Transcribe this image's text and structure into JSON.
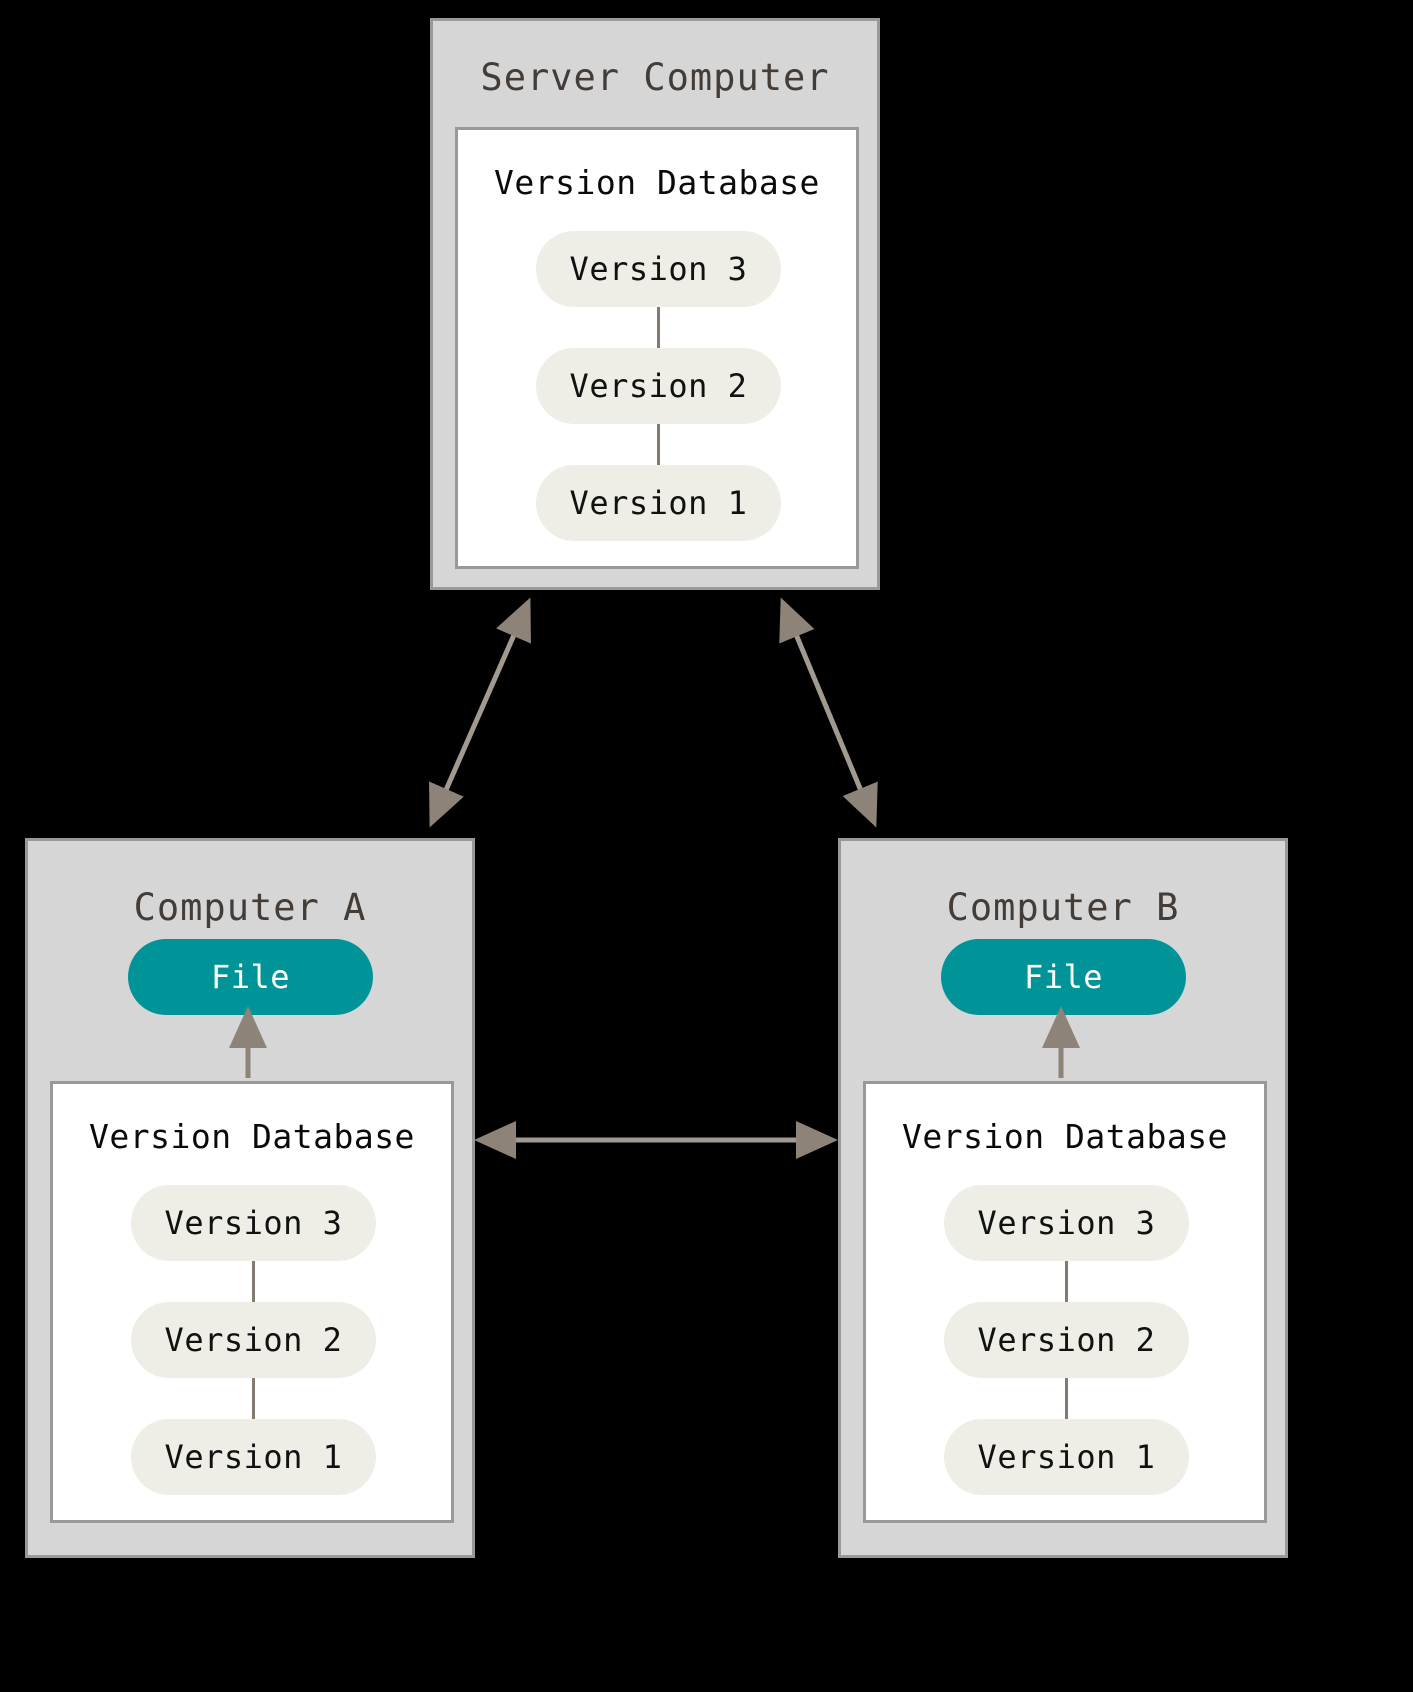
{
  "diagram": {
    "type": "centralized-version-control-architecture",
    "background_color": "#000000",
    "colors": {
      "container_fill": "#d6d6d6",
      "container_border": "#999999",
      "panel_fill": "#ffffff",
      "panel_border": "#999999",
      "version_pill_fill": "#eeeee7",
      "version_pill_text": "#111111",
      "file_pill_fill": "#009499",
      "file_pill_text": "#ffffff",
      "container_title_text": "#443c37",
      "panel_title_text": "#0a0a0a",
      "arrow": "#8d8378"
    }
  },
  "server": {
    "title": "Server Computer",
    "database": {
      "title": "Version Database",
      "versions": [
        {
          "label": "Version 3"
        },
        {
          "label": "Version 2"
        },
        {
          "label": "Version 1"
        }
      ]
    }
  },
  "computer_a": {
    "title": "Computer A",
    "file": {
      "label": "File"
    },
    "database": {
      "title": "Version Database",
      "versions": [
        {
          "label": "Version 3"
        },
        {
          "label": "Version 2"
        },
        {
          "label": "Version 1"
        }
      ]
    }
  },
  "computer_b": {
    "title": "Computer B",
    "file": {
      "label": "File"
    },
    "database": {
      "title": "Version Database",
      "versions": [
        {
          "label": "Version 3"
        },
        {
          "label": "Version 2"
        },
        {
          "label": "Version 1"
        }
      ]
    }
  },
  "connections": [
    {
      "name": "server-to-computer-a",
      "style": "bidirectional",
      "from": "Server Computer",
      "to": "Computer A"
    },
    {
      "name": "server-to-computer-b",
      "style": "bidirectional",
      "from": "Server Computer",
      "to": "Computer B"
    },
    {
      "name": "computer-a-to-computer-b",
      "style": "bidirectional",
      "from": "Computer A Version Database",
      "to": "Computer B Version Database"
    },
    {
      "name": "computer-a-db-to-file",
      "style": "directional",
      "from": "Version Database",
      "to": "File"
    },
    {
      "name": "computer-b-db-to-file",
      "style": "directional",
      "from": "Version Database",
      "to": "File"
    }
  ]
}
